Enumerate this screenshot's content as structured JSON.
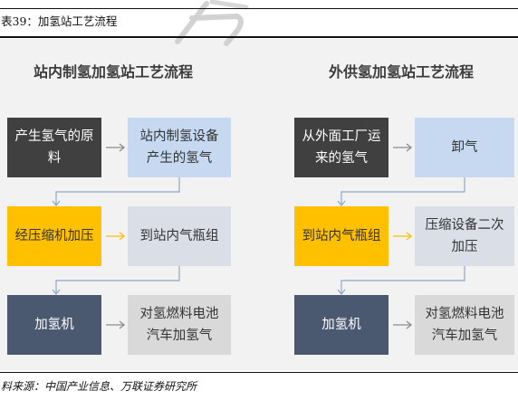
{
  "header": {
    "title": "表39：加氢站工艺流程"
  },
  "colors": {
    "background": "#f2f2f2",
    "connector": "#8fa6c8"
  },
  "diagrams": [
    {
      "title": "站内制氢加氢站工艺流程",
      "rows": [
        {
          "from": "产生氢气的原料",
          "to": "站内制氢设备产生的氢气",
          "from_bg": "#404040",
          "from_fg": "#ffffff",
          "to_bg": "#c6d9f1",
          "to_fg": "#333333",
          "arrow": "#8c8c8c"
        },
        {
          "from": "经压缩机加压",
          "to": "到站内气瓶组",
          "from_bg": "#ffc000",
          "from_fg": "#333333",
          "to_bg": "#d9dee7",
          "to_fg": "#333333",
          "arrow": "#ffc000"
        },
        {
          "from": "加氢机",
          "to": "对氢燃料电池汽车加氢气",
          "from_bg": "#4a5870",
          "from_fg": "#ffffff",
          "to_bg": "#d9d9d9",
          "to_fg": "#333333",
          "arrow": "#8c8c8c"
        }
      ]
    },
    {
      "title": "外供氢加氢站工艺流程",
      "rows": [
        {
          "from": "从外面工厂运来的氢气",
          "to": "卸气",
          "from_bg": "#404040",
          "from_fg": "#ffffff",
          "to_bg": "#c6d9f1",
          "to_fg": "#333333",
          "arrow": "#8c8c8c"
        },
        {
          "from": "到站内气瓶组",
          "to": "压缩设备二次加压",
          "from_bg": "#ffc000",
          "from_fg": "#333333",
          "to_bg": "#d9dee7",
          "to_fg": "#333333",
          "arrow": "#ffc000"
        },
        {
          "from": "加氢机",
          "to": "对氢燃料电池汽车加氢气",
          "from_bg": "#4a5870",
          "from_fg": "#ffffff",
          "to_bg": "#d9d9d9",
          "to_fg": "#333333",
          "arrow": "#8c8c8c"
        }
      ]
    }
  ],
  "footer": {
    "source": "料来源：中国产业信息、万联证券研究所"
  }
}
